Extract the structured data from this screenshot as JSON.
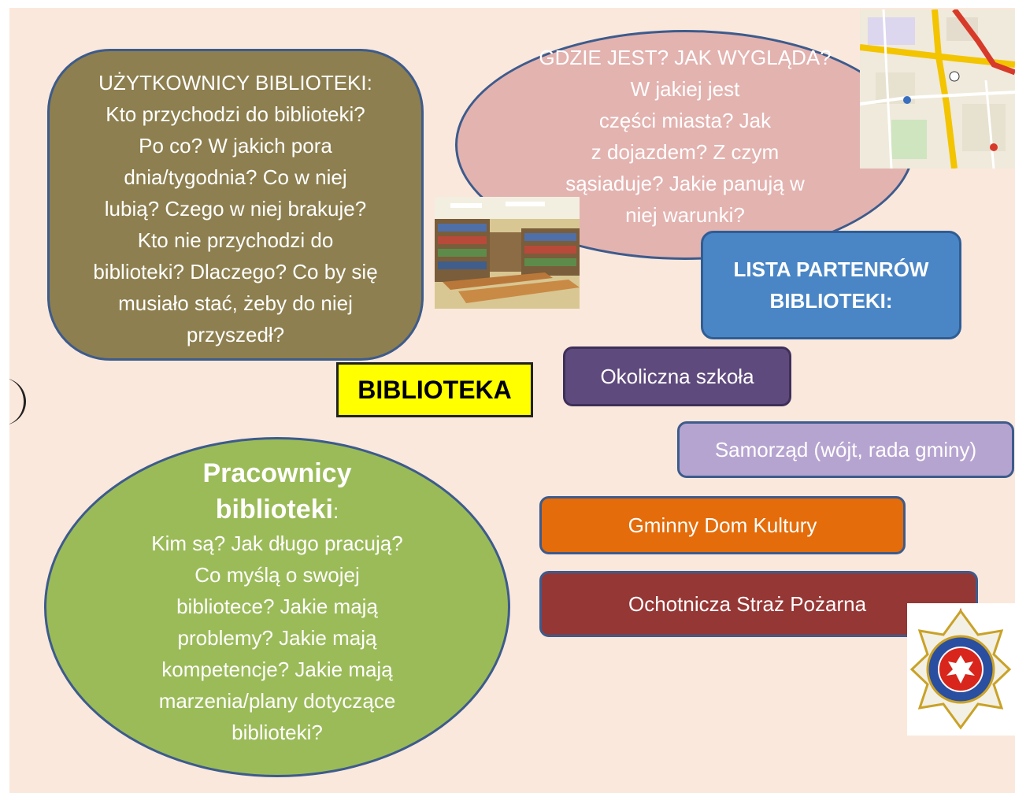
{
  "users_box": {
    "lines": [
      "UŻYTKOWNICY BIBLIOTEKI:",
      "Kto przychodzi do biblioteki?",
      "Po co? W jakich pora",
      "dnia/tygodnia? Co w niej",
      "lubią? Czego w niej brakuje?",
      "Kto nie przychodzi do",
      "biblioteki? Dlaczego? Co by się",
      "musiało stać, żeby do niej",
      "przyszedł?"
    ]
  },
  "where_ellipse": {
    "lines": [
      "GDZIE JEST? JAK WYGLĄDA?",
      "W jakiej jest",
      "części miasta? Jak",
      "z dojazdem? Z czym",
      "sąsiaduje? Jakie panują w",
      "niej warunki?"
    ]
  },
  "partners_header": {
    "lines": [
      "LISTA PARTENRÓW",
      "BIBLIOTEKI:"
    ]
  },
  "center_label": "BIBLIOTEKA",
  "partners": {
    "school": "Okoliczna szkoła",
    "council": "Samorząd (wójt, rada gminy)",
    "culture": "Gminny Dom Kultury",
    "fire": "Ochotnicza Straż Pożarna"
  },
  "staff_ellipse": {
    "title_line1": "Pracownicy",
    "title_line2": "biblioteki",
    "title_colon": ":",
    "lines": [
      "Kim są? Jak długo pracują?",
      "Co myślą o swojej",
      "bibliotece? Jakie mają",
      "problemy? Jakie mają",
      "kompetencje? Jakie mają",
      "marzenia/plany dotyczące",
      "biblioteki?"
    ]
  },
  "colors": {
    "background": "#fbe8dc",
    "users_box": "#8d7f4f",
    "where_ellipse": "#e3b3b0",
    "partners_header": "#4a86c5",
    "center_label": "#ffff00",
    "school": "#5f4a7d",
    "council": "#b6a4d0",
    "culture": "#e46c0a",
    "fire": "#953735",
    "staff_ellipse": "#9bbb59"
  },
  "images": {
    "map": "city-map-image",
    "library": "library-interior-photo",
    "fire_logo": "volunteer-fire-brigade-emblem"
  }
}
